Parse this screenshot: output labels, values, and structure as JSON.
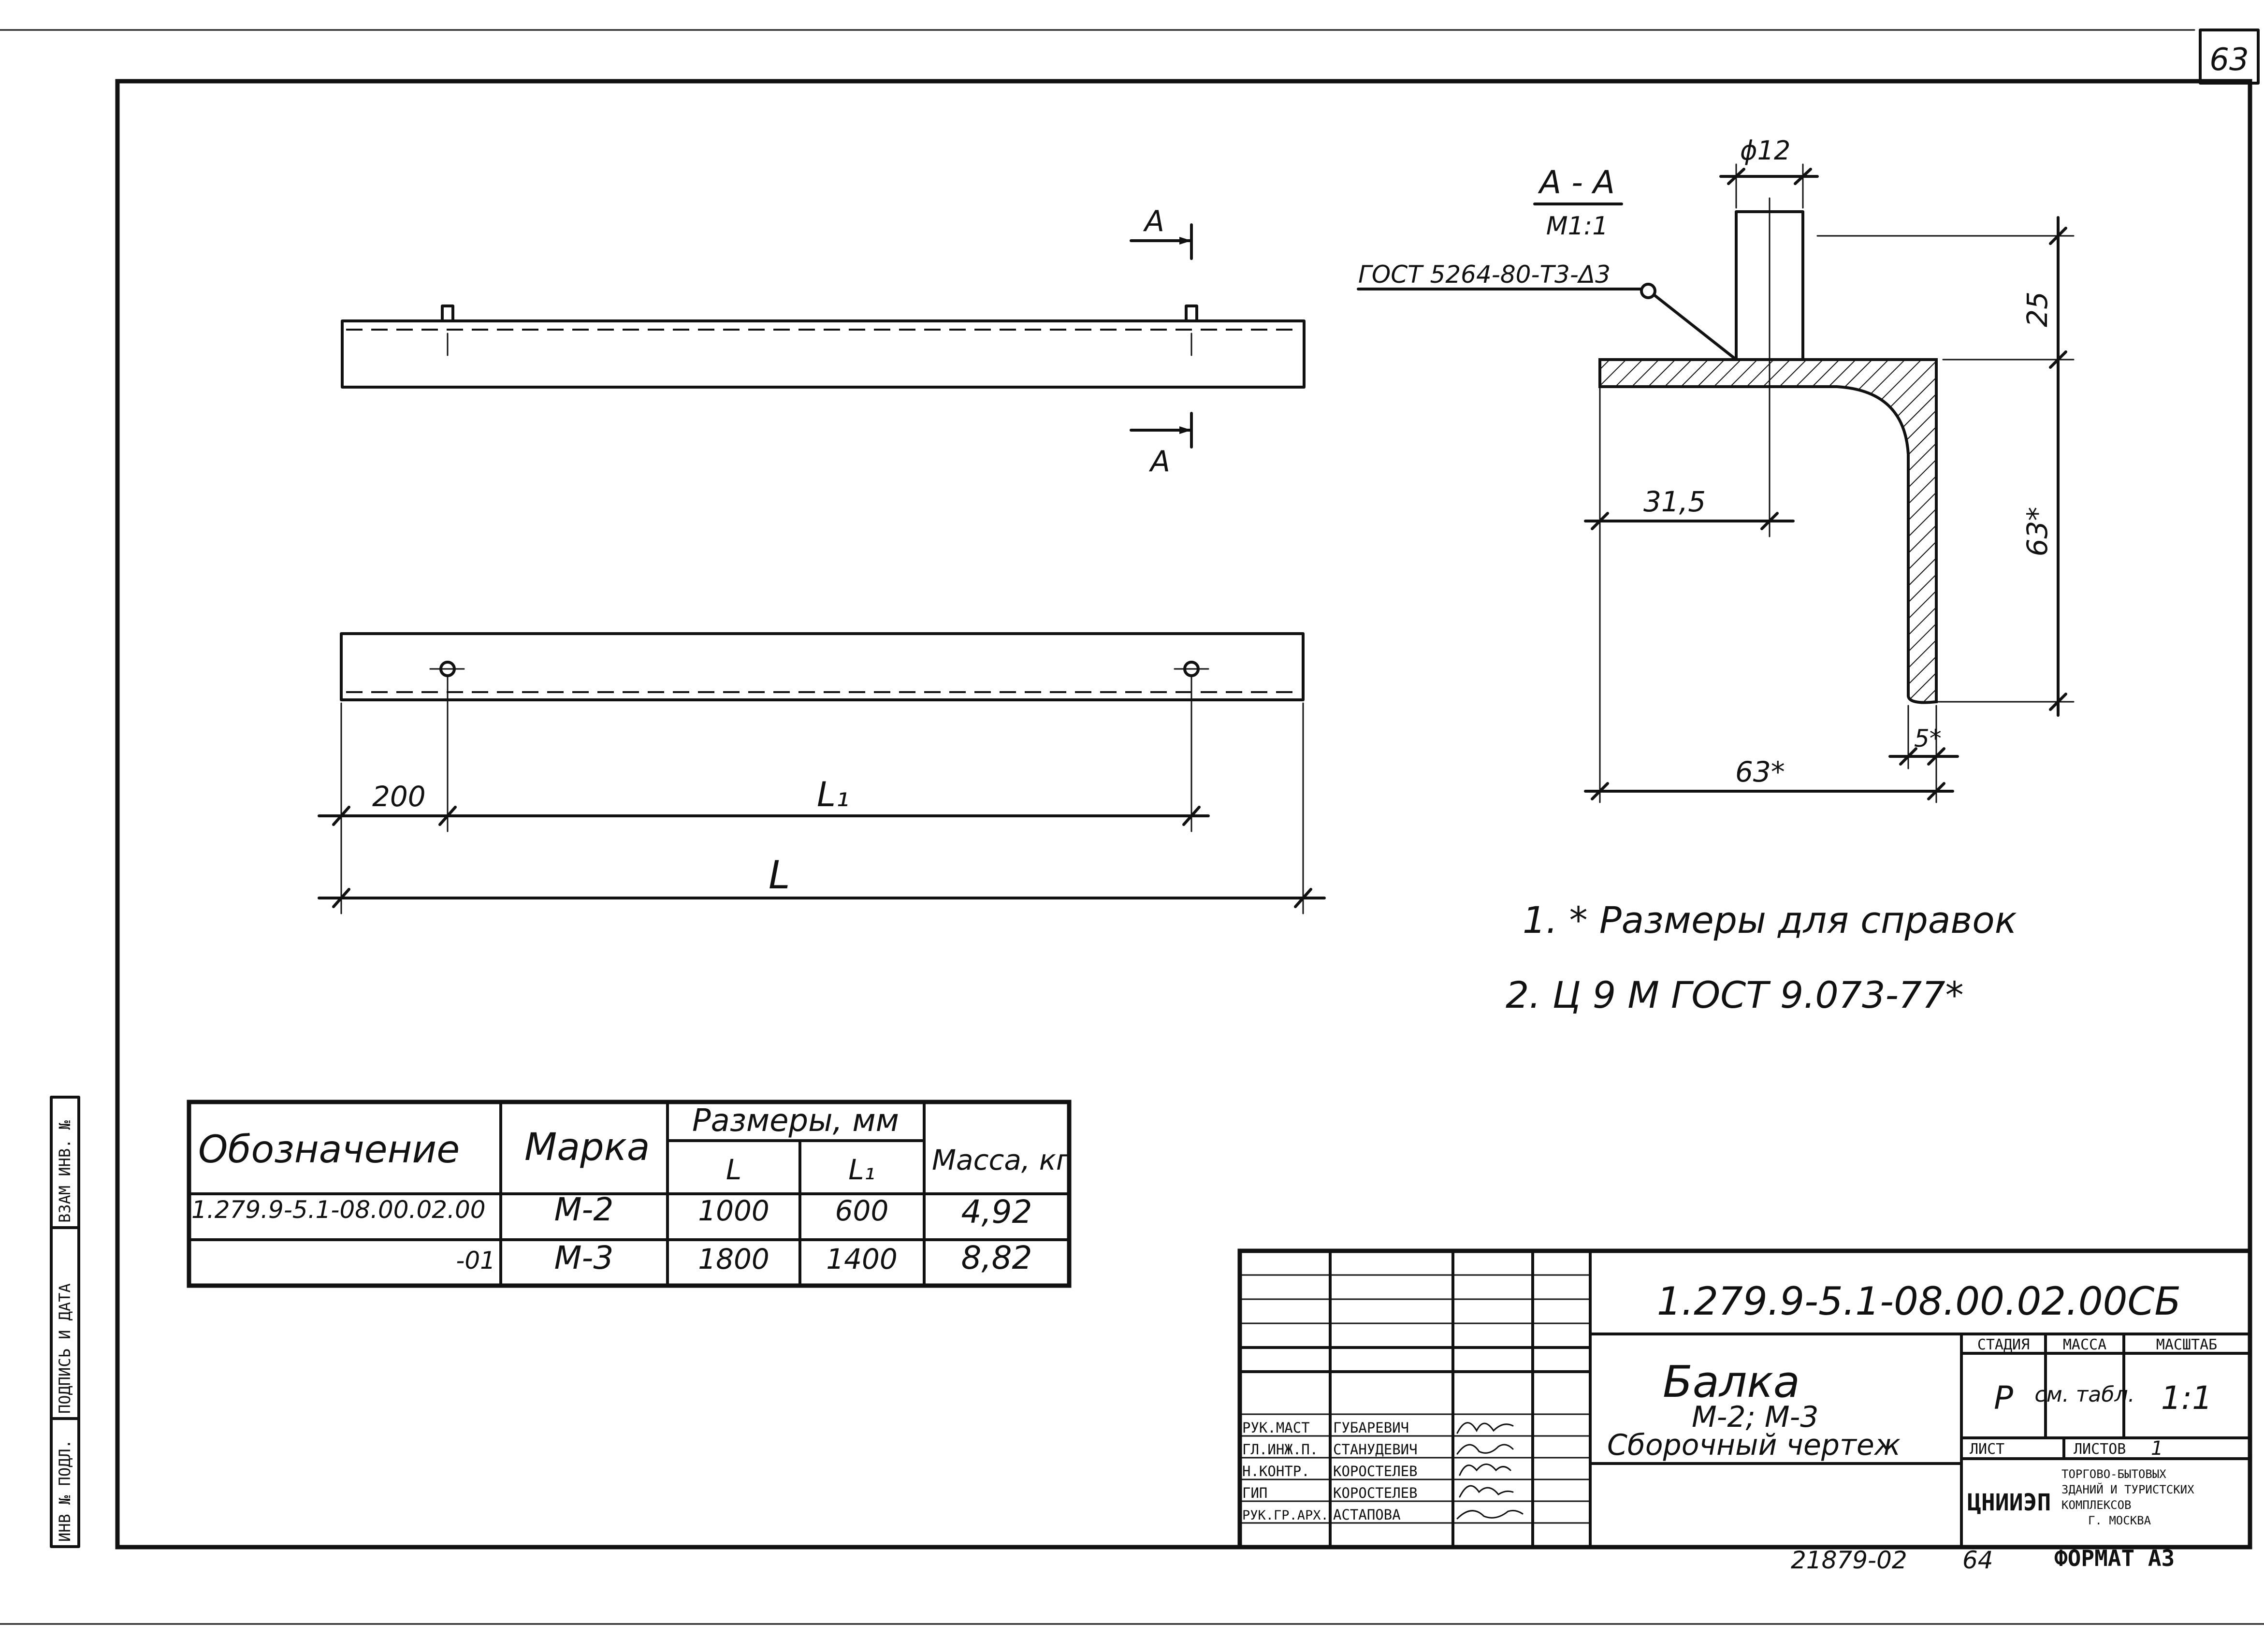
{
  "sheet": {
    "page_number": "63",
    "archive_number": "21879-02",
    "sheet_seq": "64",
    "format_label": "ФОРМАТ А3"
  },
  "views": {
    "section_mark_top": "А",
    "section_mark_bottom": "А",
    "dim_200": "200",
    "dim_L1": "L₁",
    "dim_L": "L"
  },
  "section": {
    "title": "А - А",
    "scale": "М1:1",
    "weld_note": "ГОСТ 5264-80-Т3-Δ3",
    "dim_phi12": "ϕ12",
    "dim_25": "25",
    "dim_31_5": "31,5",
    "dim_63_vert": "63*",
    "dim_63_horiz": "63*",
    "dim_5": "5*"
  },
  "notes": [
    "1. * Размеры для справок",
    "2. Ц 9 М ГОСТ 9.073-77*"
  ],
  "table": {
    "col_designation": "Обозначение",
    "col_mark": "Марка",
    "col_sizes": "Размеры, мм",
    "col_L": "L",
    "col_L1": "L₁",
    "col_mass": "Масса, кг",
    "rows": [
      {
        "designation": "1.279.9-5.1-08.00.02.00",
        "mark": "М-2",
        "L": "1000",
        "L1": "600",
        "mass": "4,92"
      },
      {
        "designation": "-01",
        "mark": "М-3",
        "L": "1800",
        "L1": "1400",
        "mass": "8,82"
      }
    ]
  },
  "side_stamp": {
    "inv_podl": "ИНВ № ПОДЛ.",
    "podpis": "ПОДПИСЬ И ДАТА",
    "vzam": "ВЗАМ ИНВ. №"
  },
  "title_block": {
    "doc_code": "1.279.9-5.1-08.00.02.00СБ",
    "name_line1": "Балка",
    "name_line2": "М-2; М-3",
    "name_line3": "Сборочный чертеж",
    "stage_label": "СТАДИЯ",
    "mass_label": "МАССА",
    "scale_label": "МАСШТАБ",
    "stage_value": "Р",
    "mass_value": "см. табл.",
    "scale_value": "1:1",
    "sheet_label": "ЛИСТ",
    "sheets_label": "ЛИСТОВ",
    "sheets_value": "1",
    "org_logo": "ЦНИИЭП",
    "org_line1": "ТОРГОВО-БЫТОВЫХ",
    "org_line2": "ЗДАНИЙ И ТУРИСТСКИХ",
    "org_line3": "КОМПЛЕКСОВ",
    "org_line4": "Г. МОСКВА",
    "staff": [
      {
        "role": "РУК.МАСТ",
        "name": "ГУБАРЕВИЧ"
      },
      {
        "role": "ГЛ.ИНЖ.П.",
        "name": "СТАНУДЕВИЧ"
      },
      {
        "role": "Н.КОНТР.",
        "name": "КОРОСТЕЛЕВ"
      },
      {
        "role": "ГИП",
        "name": "КОРОСТЕЛЕВ"
      },
      {
        "role": "РУК.ГР.АРХ.",
        "name": "АСТАПОВА"
      }
    ]
  }
}
